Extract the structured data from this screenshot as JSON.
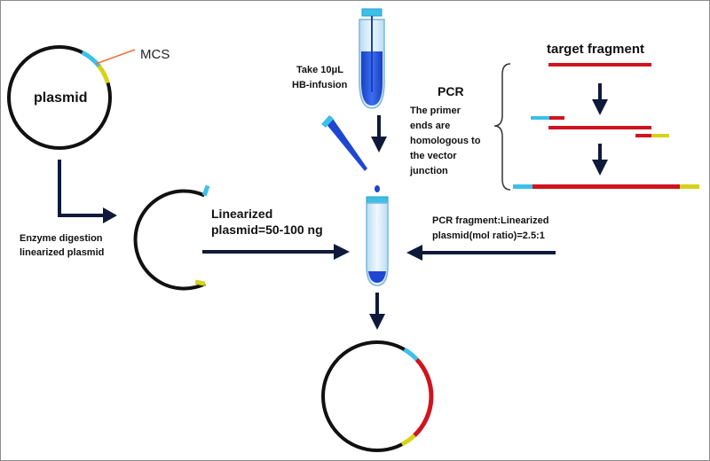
{
  "labels": {
    "mcs": "MCS",
    "plasmid": "plasmid",
    "take_line1": "Take 10μL",
    "take_line2": "HB-infusion",
    "pcr": "PCR",
    "primer_line1": "The primer",
    "primer_line2": "ends are",
    "primer_line3": "homologous to",
    "primer_line4": "the vector",
    "primer_line5": "junction",
    "target_fragment": "target fragment",
    "linearized_line1": "Linearized",
    "linearized_line2": "plasmid=50-100 ng",
    "enzyme_line1": "Enzyme digestion",
    "enzyme_line2": "linearized plasmid",
    "ratio_line1": "PCR fragment:Linearized",
    "ratio_line2": "plasmid(mol ratio)=2.5:1"
  },
  "colors": {
    "insert": "#d0141f",
    "homology_left": "#3cc0e8",
    "homology_right": "#d6d21c",
    "vector": "#111111",
    "arrow": "#0f1a3a",
    "tube_liquid": "#1e46d2",
    "tube_glass": "#cfe6f5",
    "pointer": "#e8703a"
  }
}
